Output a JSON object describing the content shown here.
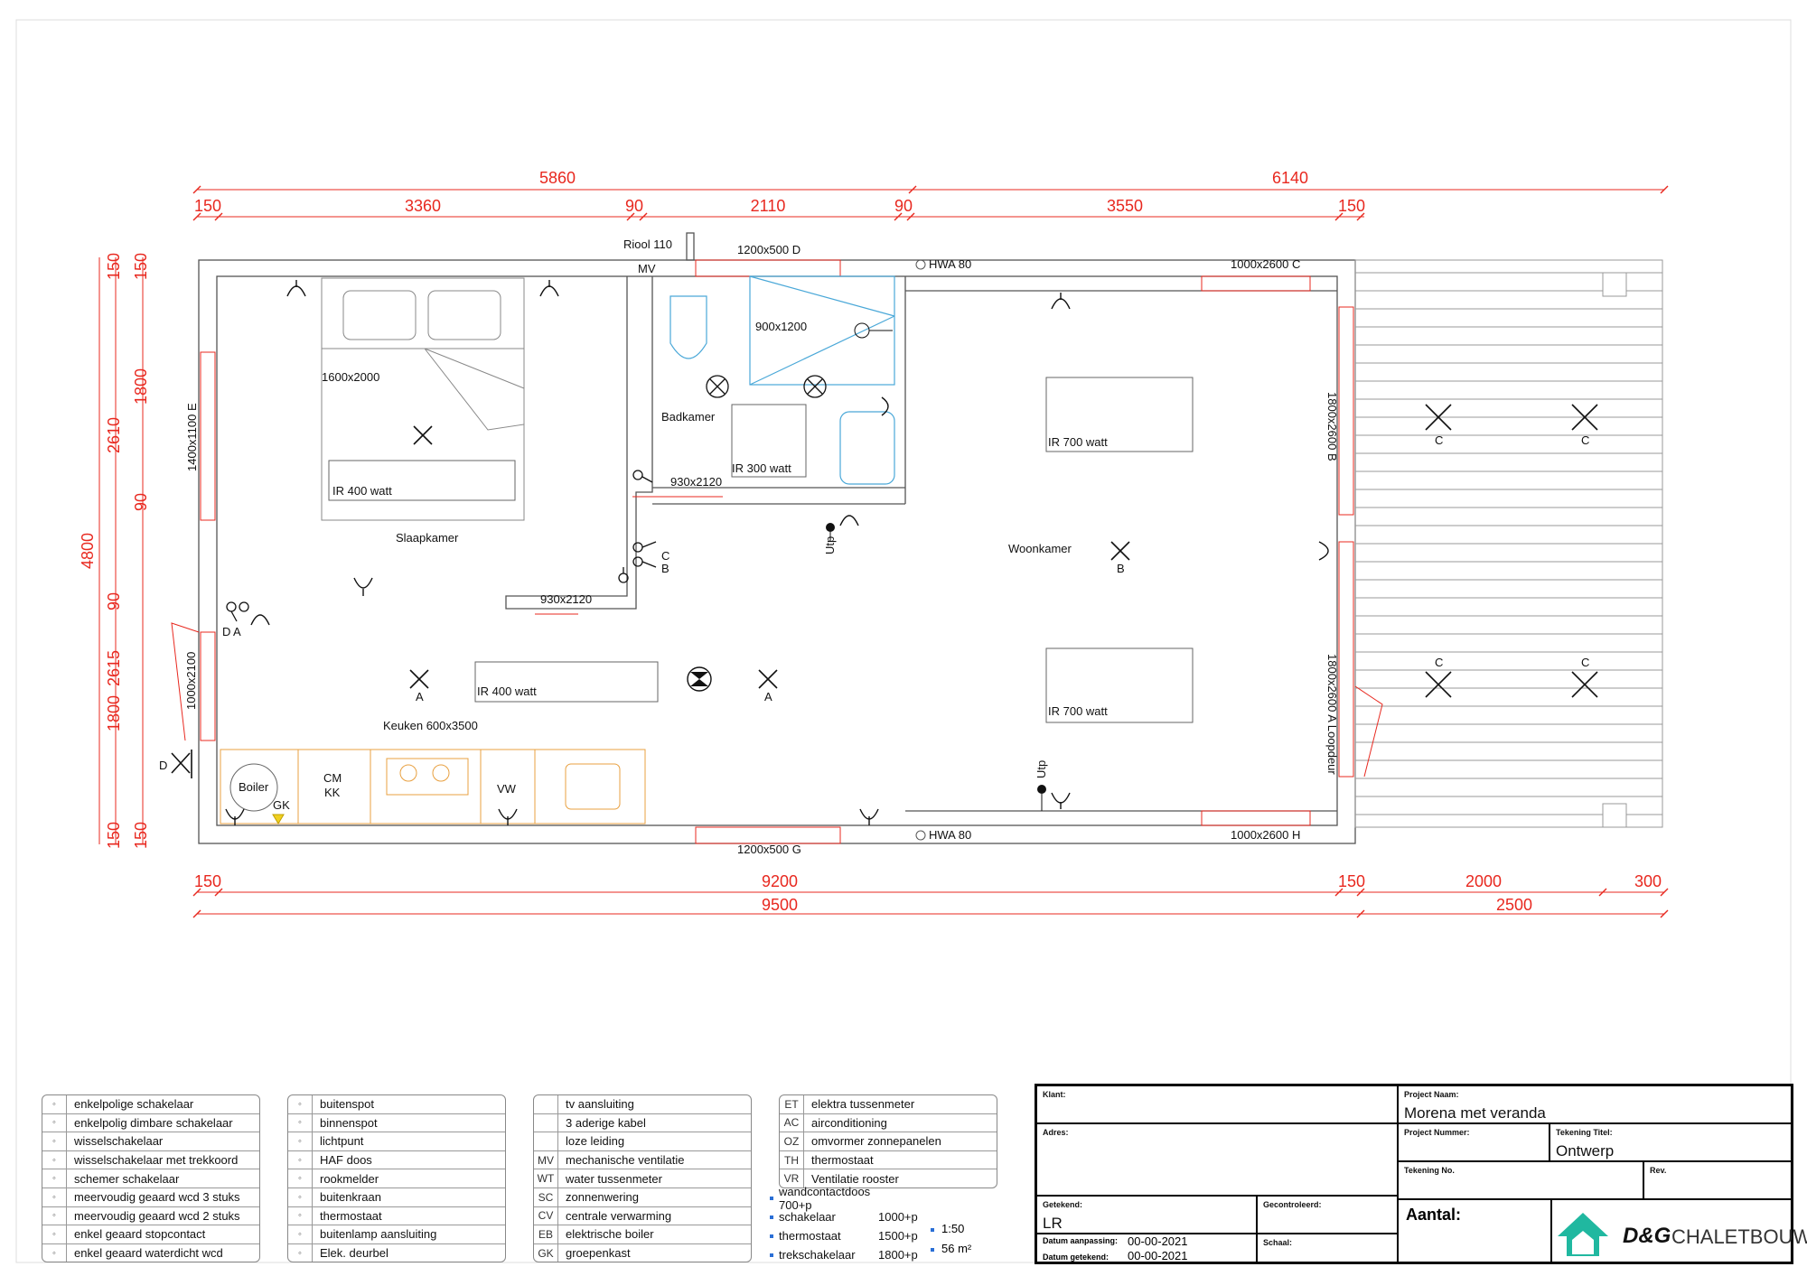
{
  "dimensions": {
    "top_total": [
      "5860",
      "6140"
    ],
    "top_parts": [
      "150",
      "3360",
      "90",
      "2110",
      "90",
      "3550",
      "150"
    ],
    "bottom_parts": [
      "150",
      "9200",
      "150",
      "2000",
      "300"
    ],
    "bottom_total": [
      "9500",
      "2500"
    ],
    "left_total": "4800",
    "left_mid": [
      "2610",
      "90",
      "2615"
    ],
    "left_inner": [
      "150",
      "150",
      "1800",
      "90",
      "1800",
      "150",
      "150"
    ]
  },
  "rooms": {
    "slaapkamer": "Slaapkamer",
    "badkamer": "Badkamer",
    "woonkamer": "Woonkamer",
    "keuken": "Keuken 600x3500"
  },
  "labels": {
    "riool": "Riool 110",
    "mv": "MV",
    "hwa_top": "HWA 80",
    "hwa_bottom": "HWA 80",
    "window_d": "1200x500 D",
    "window_g": "1200x500 G",
    "door_c": "1000x2600 C",
    "door_h": "1000x2600 H",
    "window_e": "1400x1100 E",
    "window_b": "1800x2600 B",
    "window_a": "1800x2600 A  Loopdeur",
    "door_left": "1000x2100",
    "bed": "1600x2000",
    "shower": "900x1200",
    "door_bath": "930x2120",
    "door_bed": "930x2120",
    "ir_bed": "IR 400 watt",
    "ir_bath": "IR 300 watt",
    "ir_kitchen": "IR 400 watt",
    "ir_live1": "IR 700 watt",
    "ir_live2": "IR 700 watt",
    "boiler": "Boiler",
    "gk": "GK",
    "cm": "CM",
    "kk": "KK",
    "vw": "VW",
    "utp1": "Utp",
    "utp2": "Utp",
    "switch_c": "C",
    "switch_b": "B",
    "switch_d": "D",
    "switch_a": "A",
    "d_left": "D",
    "light_a1": "A",
    "light_a2": "A",
    "light_b": "B",
    "spot_c1": "C",
    "spot_c2": "C",
    "spot_c3": "C",
    "spot_c4": "C"
  },
  "legend1": [
    "enkelpolige schakelaar",
    "enkelpolig dimbare schakelaar",
    "wisselschakelaar",
    "wisselschakelaar met trekkoord",
    "schemer schakelaar",
    "meervoudig geaard wcd 3 stuks",
    "meervoudig geaard wcd 2 stuks",
    "enkel geaard stopcontact",
    "enkel geaard waterdicht wcd"
  ],
  "legend2": [
    "buitenspot",
    "binnenspot",
    "lichtpunt",
    "HAF doos",
    "rookmelder",
    "buitenkraan",
    "thermostaat",
    "buitenlamp aansluiting",
    "Elek. deurbel"
  ],
  "legend3": [
    {
      "abbr": "",
      "text": "tv aansluiting"
    },
    {
      "abbr": "",
      "text": "3 aderige kabel"
    },
    {
      "abbr": "",
      "text": "loze leiding"
    },
    {
      "abbr": "MV",
      "text": "mechanische ventilatie"
    },
    {
      "abbr": "WT",
      "text": "water tussenmeter"
    },
    {
      "abbr": "SC",
      "text": "zonnenwering"
    },
    {
      "abbr": "CV",
      "text": "centrale verwarming"
    },
    {
      "abbr": "EB",
      "text": "elektrische boiler"
    },
    {
      "abbr": "GK",
      "text": "groepenkast"
    }
  ],
  "legend4": [
    {
      "abbr": "ET",
      "text": "elektra tussenmeter"
    },
    {
      "abbr": "AC",
      "text": "airconditioning"
    },
    {
      "abbr": "OZ",
      "text": "omvormer zonnepanelen"
    },
    {
      "abbr": "TH",
      "text": "thermostaat"
    },
    {
      "abbr": "VR",
      "text": "Ventilatie rooster"
    }
  ],
  "heights": [
    {
      "label": "wandcontactdoos 700+p",
      "value": ""
    },
    {
      "label": "schakelaar",
      "value": "1000+p"
    },
    {
      "label": "thermostaat",
      "value": "1500+p"
    },
    {
      "label": "trekschakelaar",
      "value": "1800+p"
    }
  ],
  "scale_info": [
    "1:50",
    "56 m²"
  ],
  "title_block": {
    "klant_cap": "Klant:",
    "adres_cap": "Adres:",
    "project_naam_cap": "Project Naam:",
    "project_naam": "Morena met veranda",
    "project_nummer_cap": "Project Nummer:",
    "tekening_titel_cap": "Tekening Titel:",
    "tekening_titel": "Ontwerp",
    "tekening_no_cap": "Tekening No.",
    "rev_cap": "Rev.",
    "getekend_cap": "Getekend:",
    "getekend": "LR",
    "gecontroleerd_cap": "Gecontroleerd:",
    "schaal_cap": "Schaal:",
    "datum_aanpassing_cap": "Datum aanpassing:",
    "datum_aanpassing": "00-00-2021",
    "datum_getekend_cap": "Datum getekend:",
    "datum_getekend": "00-00-2021",
    "aantal_cap": "Aantal:",
    "logo_brand": "D&G",
    "logo_name": "CHALETBOUW"
  },
  "colors": {
    "dimension": "#e8281f",
    "bathroom": "#4aa8d8",
    "kitchen": "#e8a040",
    "logo": "#20b8a0"
  }
}
